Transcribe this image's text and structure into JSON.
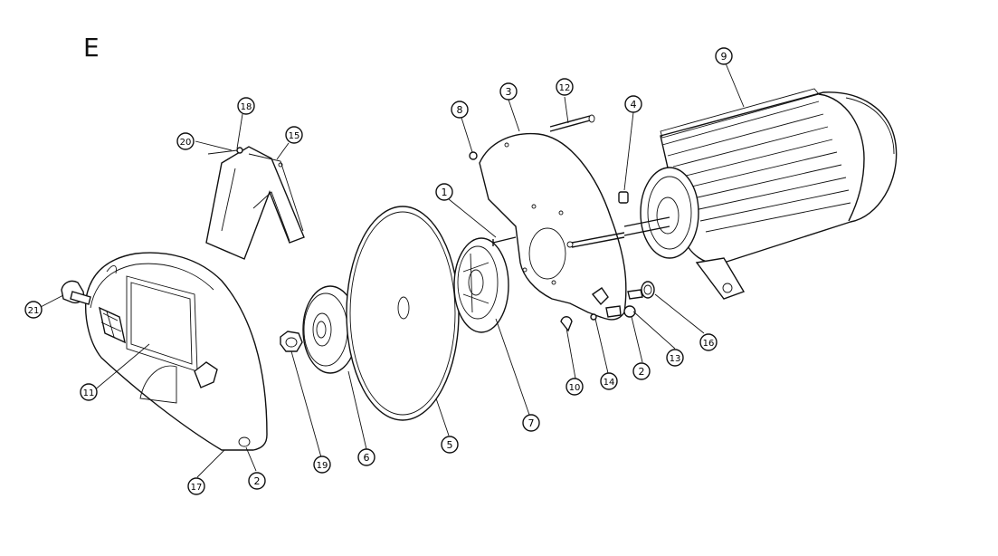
{
  "section_letter": "E",
  "callouts": [
    {
      "id": "c1",
      "label": "1"
    },
    {
      "id": "c2a",
      "label": "2"
    },
    {
      "id": "c2b",
      "label": "2"
    },
    {
      "id": "c3",
      "label": "3"
    },
    {
      "id": "c4",
      "label": "4"
    },
    {
      "id": "c5",
      "label": "5"
    },
    {
      "id": "c6",
      "label": "6"
    },
    {
      "id": "c7",
      "label": "7"
    },
    {
      "id": "c8",
      "label": "8"
    },
    {
      "id": "c9",
      "label": "9"
    },
    {
      "id": "c10",
      "label": "10"
    },
    {
      "id": "c11",
      "label": "11"
    },
    {
      "id": "c12",
      "label": "12"
    },
    {
      "id": "c13",
      "label": "13"
    },
    {
      "id": "c14",
      "label": "14"
    },
    {
      "id": "c15",
      "label": "15"
    },
    {
      "id": "c16",
      "label": "16"
    },
    {
      "id": "c17",
      "label": "17"
    },
    {
      "id": "c18",
      "label": "18"
    },
    {
      "id": "c19",
      "label": "19"
    },
    {
      "id": "c20",
      "label": "20"
    },
    {
      "id": "c21",
      "label": "21"
    }
  ]
}
